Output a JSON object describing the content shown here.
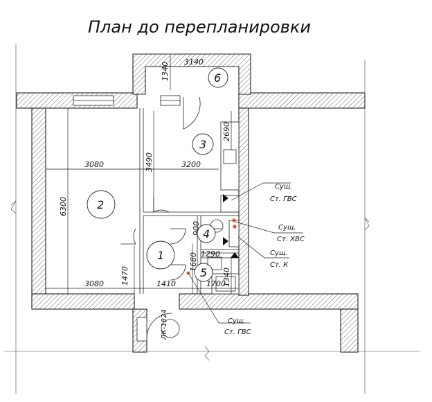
{
  "title": "План до перепланировки",
  "dimensions": {
    "balcony_width": "3140",
    "balcony_depth": "1340",
    "kitchen_depth": "2690",
    "room2_width_top": "3080",
    "room2_depth": "6300",
    "room3_depth": "3490",
    "kitchen_width": "3200",
    "bath_width": "900",
    "wc_width": "1290",
    "hall_depth": "1470",
    "room2_width_bottom": "3080",
    "hall_width": "1410",
    "bath_depth": "1680",
    "bath_length": "1700",
    "bath_height": "1340"
  },
  "rooms": [
    "1",
    "2",
    "3",
    "4",
    "5",
    "6"
  ],
  "notes": {
    "hot_water_top_1": "Сущ.",
    "hot_water_top_2": "Ст. ГВС",
    "cold_water_1": "Сущ.",
    "cold_water_2": "Ст. ХВС",
    "sewer_1": "Сущ.",
    "sewer_2": "Ст. К",
    "hot_water_bottom_1": "Сущ.",
    "hot_water_bottom_2": "Ст. ГВС"
  },
  "entrance_label": "ЛК-1824",
  "colors": {
    "line": "#222222",
    "accent": "#e0542a"
  }
}
